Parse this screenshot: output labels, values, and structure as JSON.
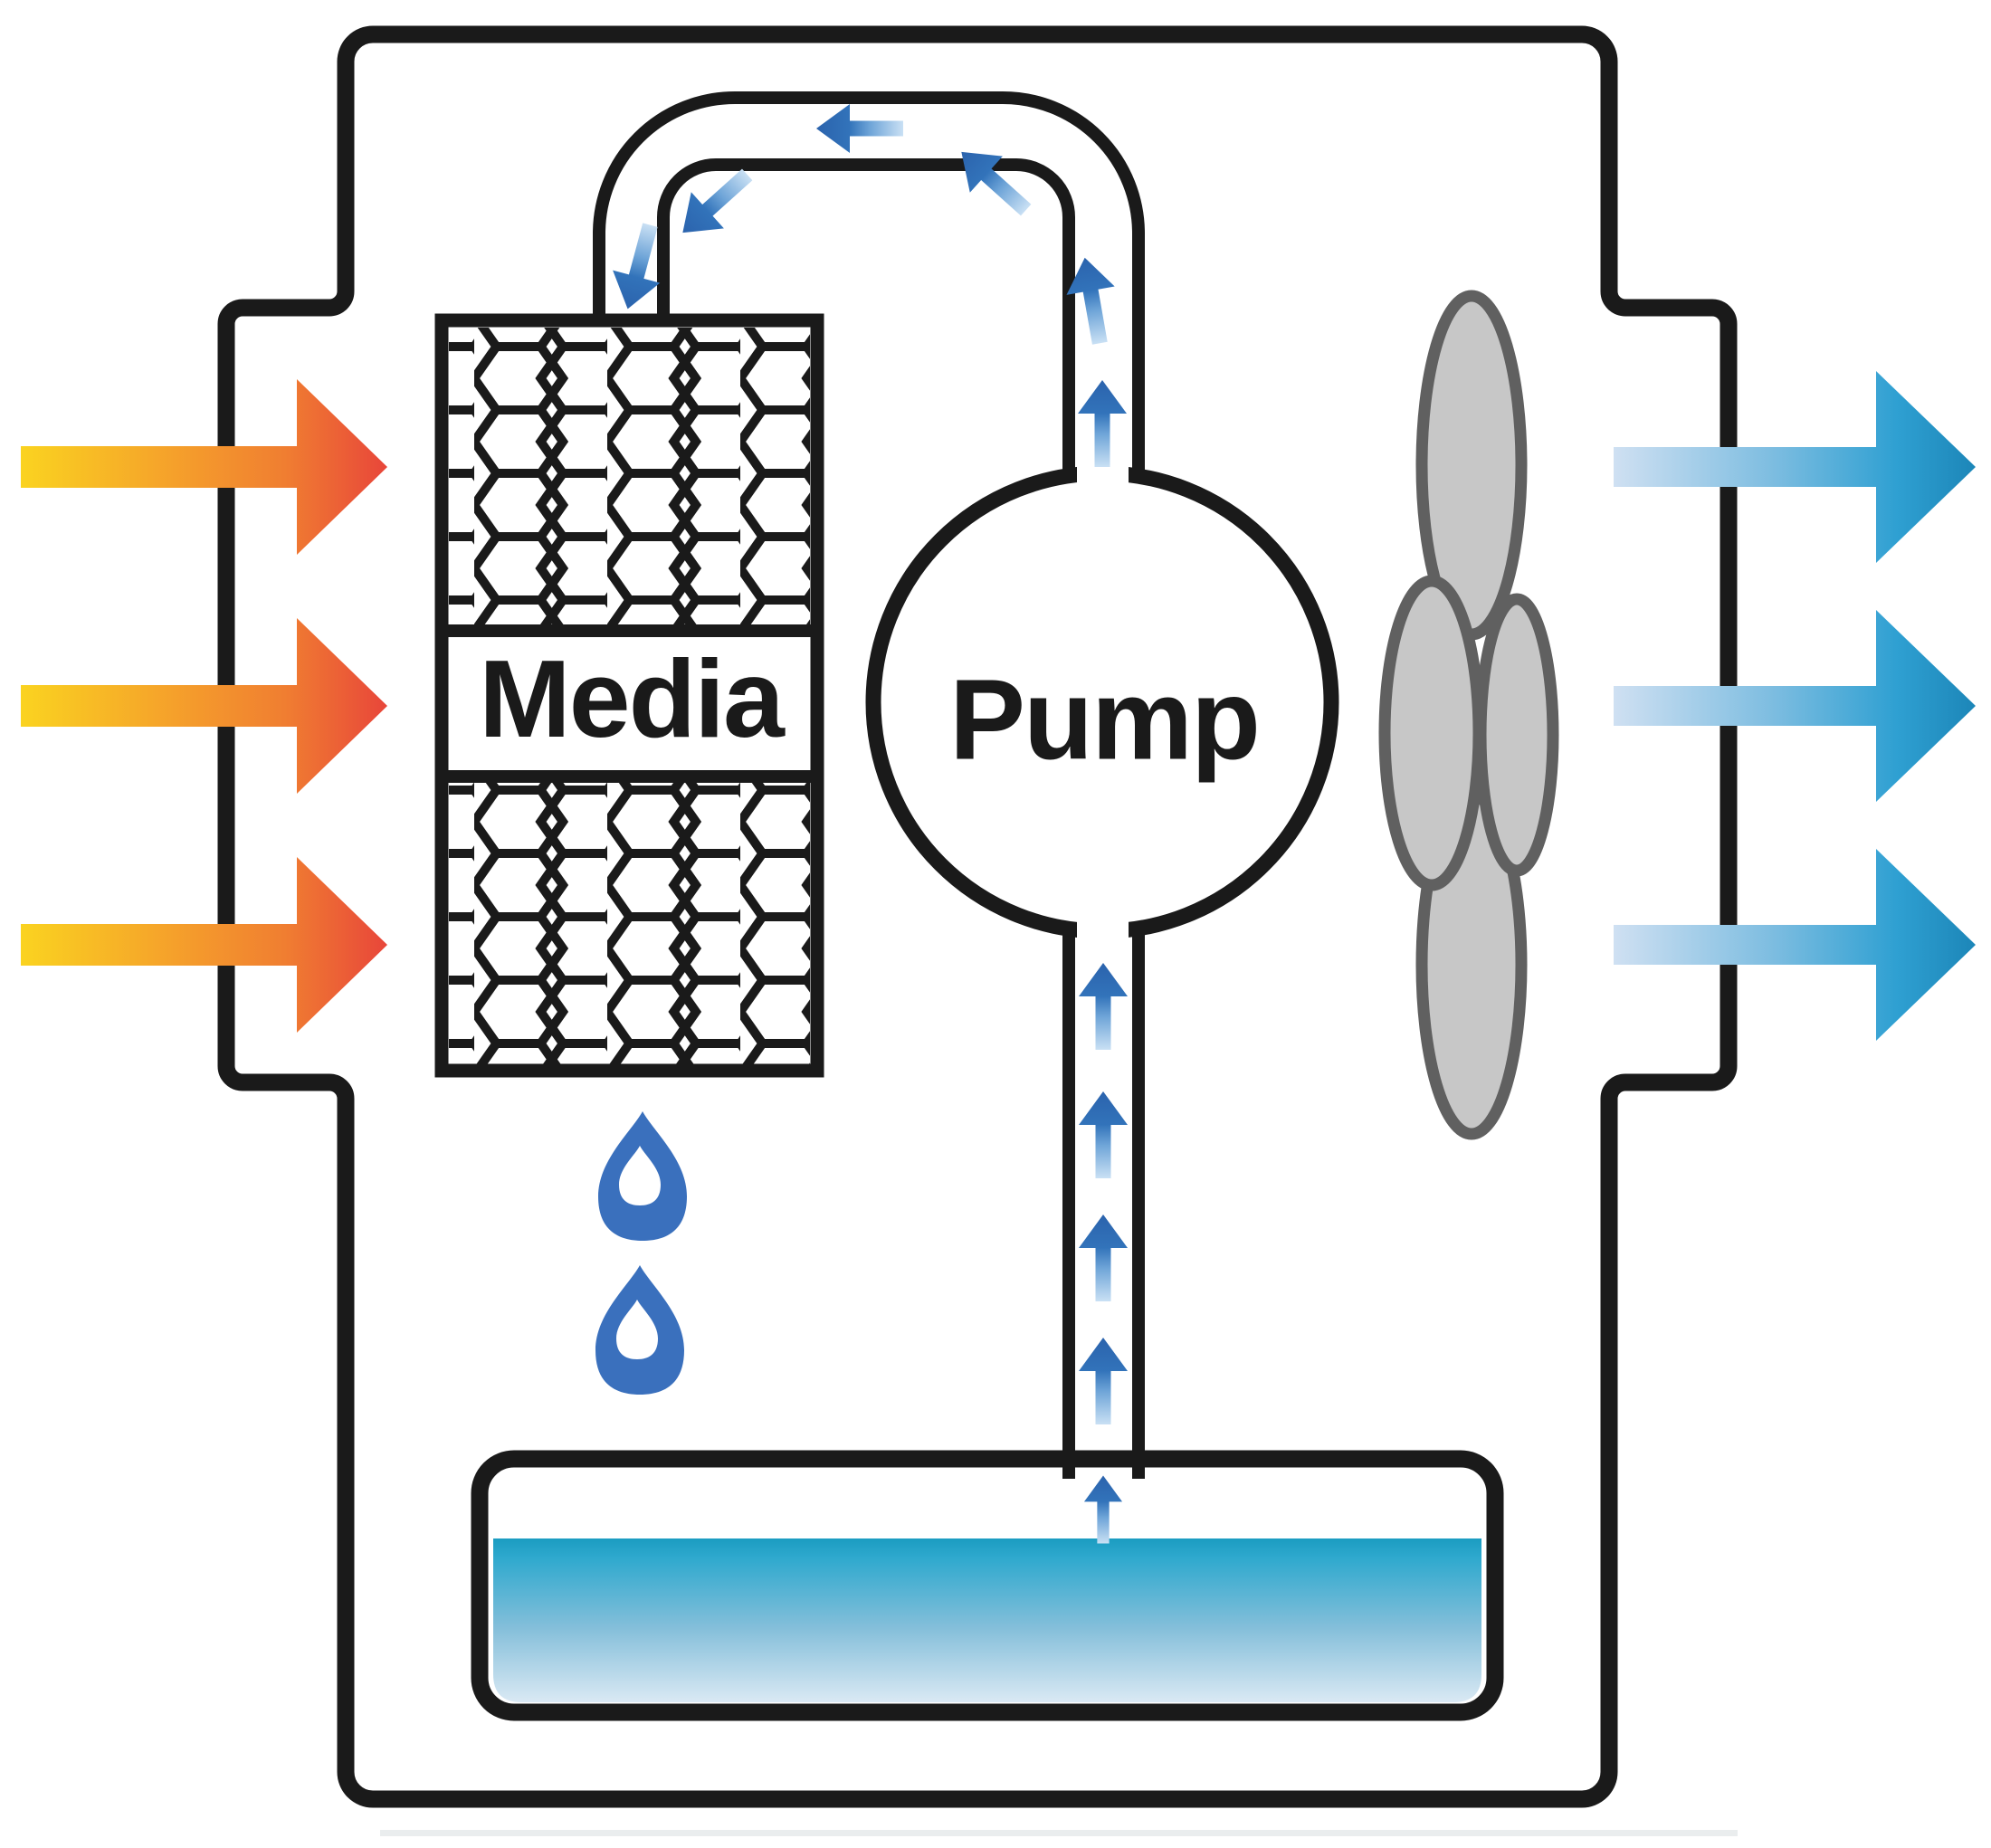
{
  "labels": {
    "media": "Media",
    "pump": "Pump"
  },
  "flow": {
    "warm_air_inlet_arrows": 3,
    "cool_air_outlet_arrows": 3,
    "water_flow_arrows": 11,
    "droplets": 2
  },
  "colors": {
    "background": "#FFFFFF",
    "ink": "#1A1A1A",
    "warm_tail": "#FAD320",
    "warm_mid": "#F5A02B",
    "warm_head": "#F07E31",
    "warm_tip": "#E8463A",
    "cool_tail": "#CFE0F2",
    "cool_mid": "#7BBCE0",
    "cool_head": "#2FA0D2",
    "cool_tip": "#1C86B8",
    "water_top": "#1B9CC1",
    "water_upper": "#2FA9CE",
    "water_mid": "#85BFDA",
    "water_bottom": "#DAE9F4",
    "pipe_arrow_head": "#2B63AD",
    "pipe_arrow_mid": "#3273BA",
    "pipe_arrow_fade": "#6FA5D8",
    "pipe_arrow_tail": "#C9E0F4",
    "fan_fill": "#C7C7C7",
    "fan_stroke": "#606060",
    "droplet": "#3A70BD",
    "shadow": "#D9DEE0"
  }
}
